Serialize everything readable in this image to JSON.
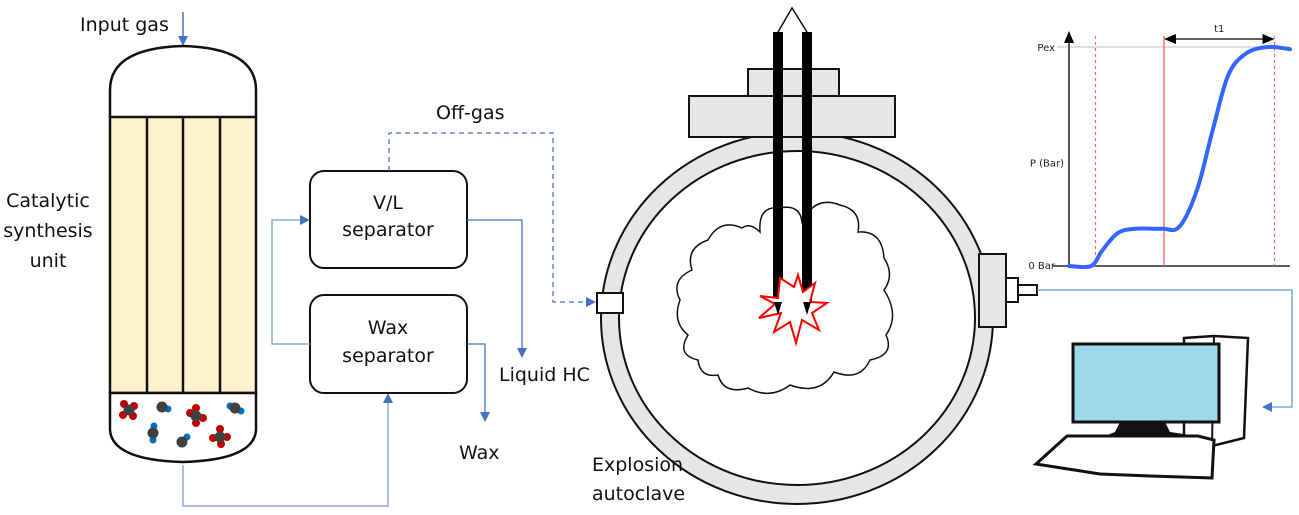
{
  "labels": {
    "input_gas": "Input gas",
    "reactor": [
      "Catalytic",
      "synthesis",
      "unit"
    ],
    "off_gas": "Off-gas",
    "vl_separator": [
      "V/L",
      "separator"
    ],
    "wax_separator": [
      "Wax",
      "separator"
    ],
    "liquid_hc": "Liquid HC",
    "wax": "Wax",
    "autoclave": [
      "Explosion",
      "autoclave"
    ]
  },
  "colors": {
    "flow_line": "#4472c4",
    "flow_line_light": "#8faadc",
    "catalyst_fill": "#fff2cc",
    "vessel_gray": "#e6e6e6",
    "spark": "#ff0000",
    "curve": "#3366ff",
    "marker_line": "#ff6666",
    "monitor_screen": "#9bd8e8",
    "atom_dark": "#404040",
    "atom_red": "#c00000",
    "atom_blue": "#0070c0"
  },
  "chart_data": {
    "type": "line",
    "title": "",
    "xlabel": "",
    "ylabel": "P (Bar)",
    "y_ticks": [
      "0 Bar",
      "Pex"
    ],
    "annotations": [
      "t1"
    ],
    "description": "Pressure rises from 0 Bar to a low plateau after the first dashed marker, then rises steeply after the solid ignition marker to reach Pex at the second dashed marker; t1 spans from ignition to peak.",
    "series": [
      {
        "name": "Pressure",
        "x": [
          0,
          0.1,
          0.15,
          0.22,
          0.3,
          0.42,
          0.5,
          0.58,
          0.65,
          0.72,
          0.8,
          0.9,
          1.0
        ],
        "y": [
          0,
          0,
          0.07,
          0.15,
          0.17,
          0.17,
          0.18,
          0.35,
          0.62,
          0.87,
          0.97,
          1.0,
          0.99
        ]
      }
    ],
    "markers": [
      {
        "x": 0.12,
        "style": "dashed"
      },
      {
        "x": 0.43,
        "style": "solid"
      },
      {
        "x": 0.93,
        "style": "dashed"
      }
    ],
    "ylim": [
      0,
      1
    ],
    "xlim": [
      0,
      1
    ]
  }
}
